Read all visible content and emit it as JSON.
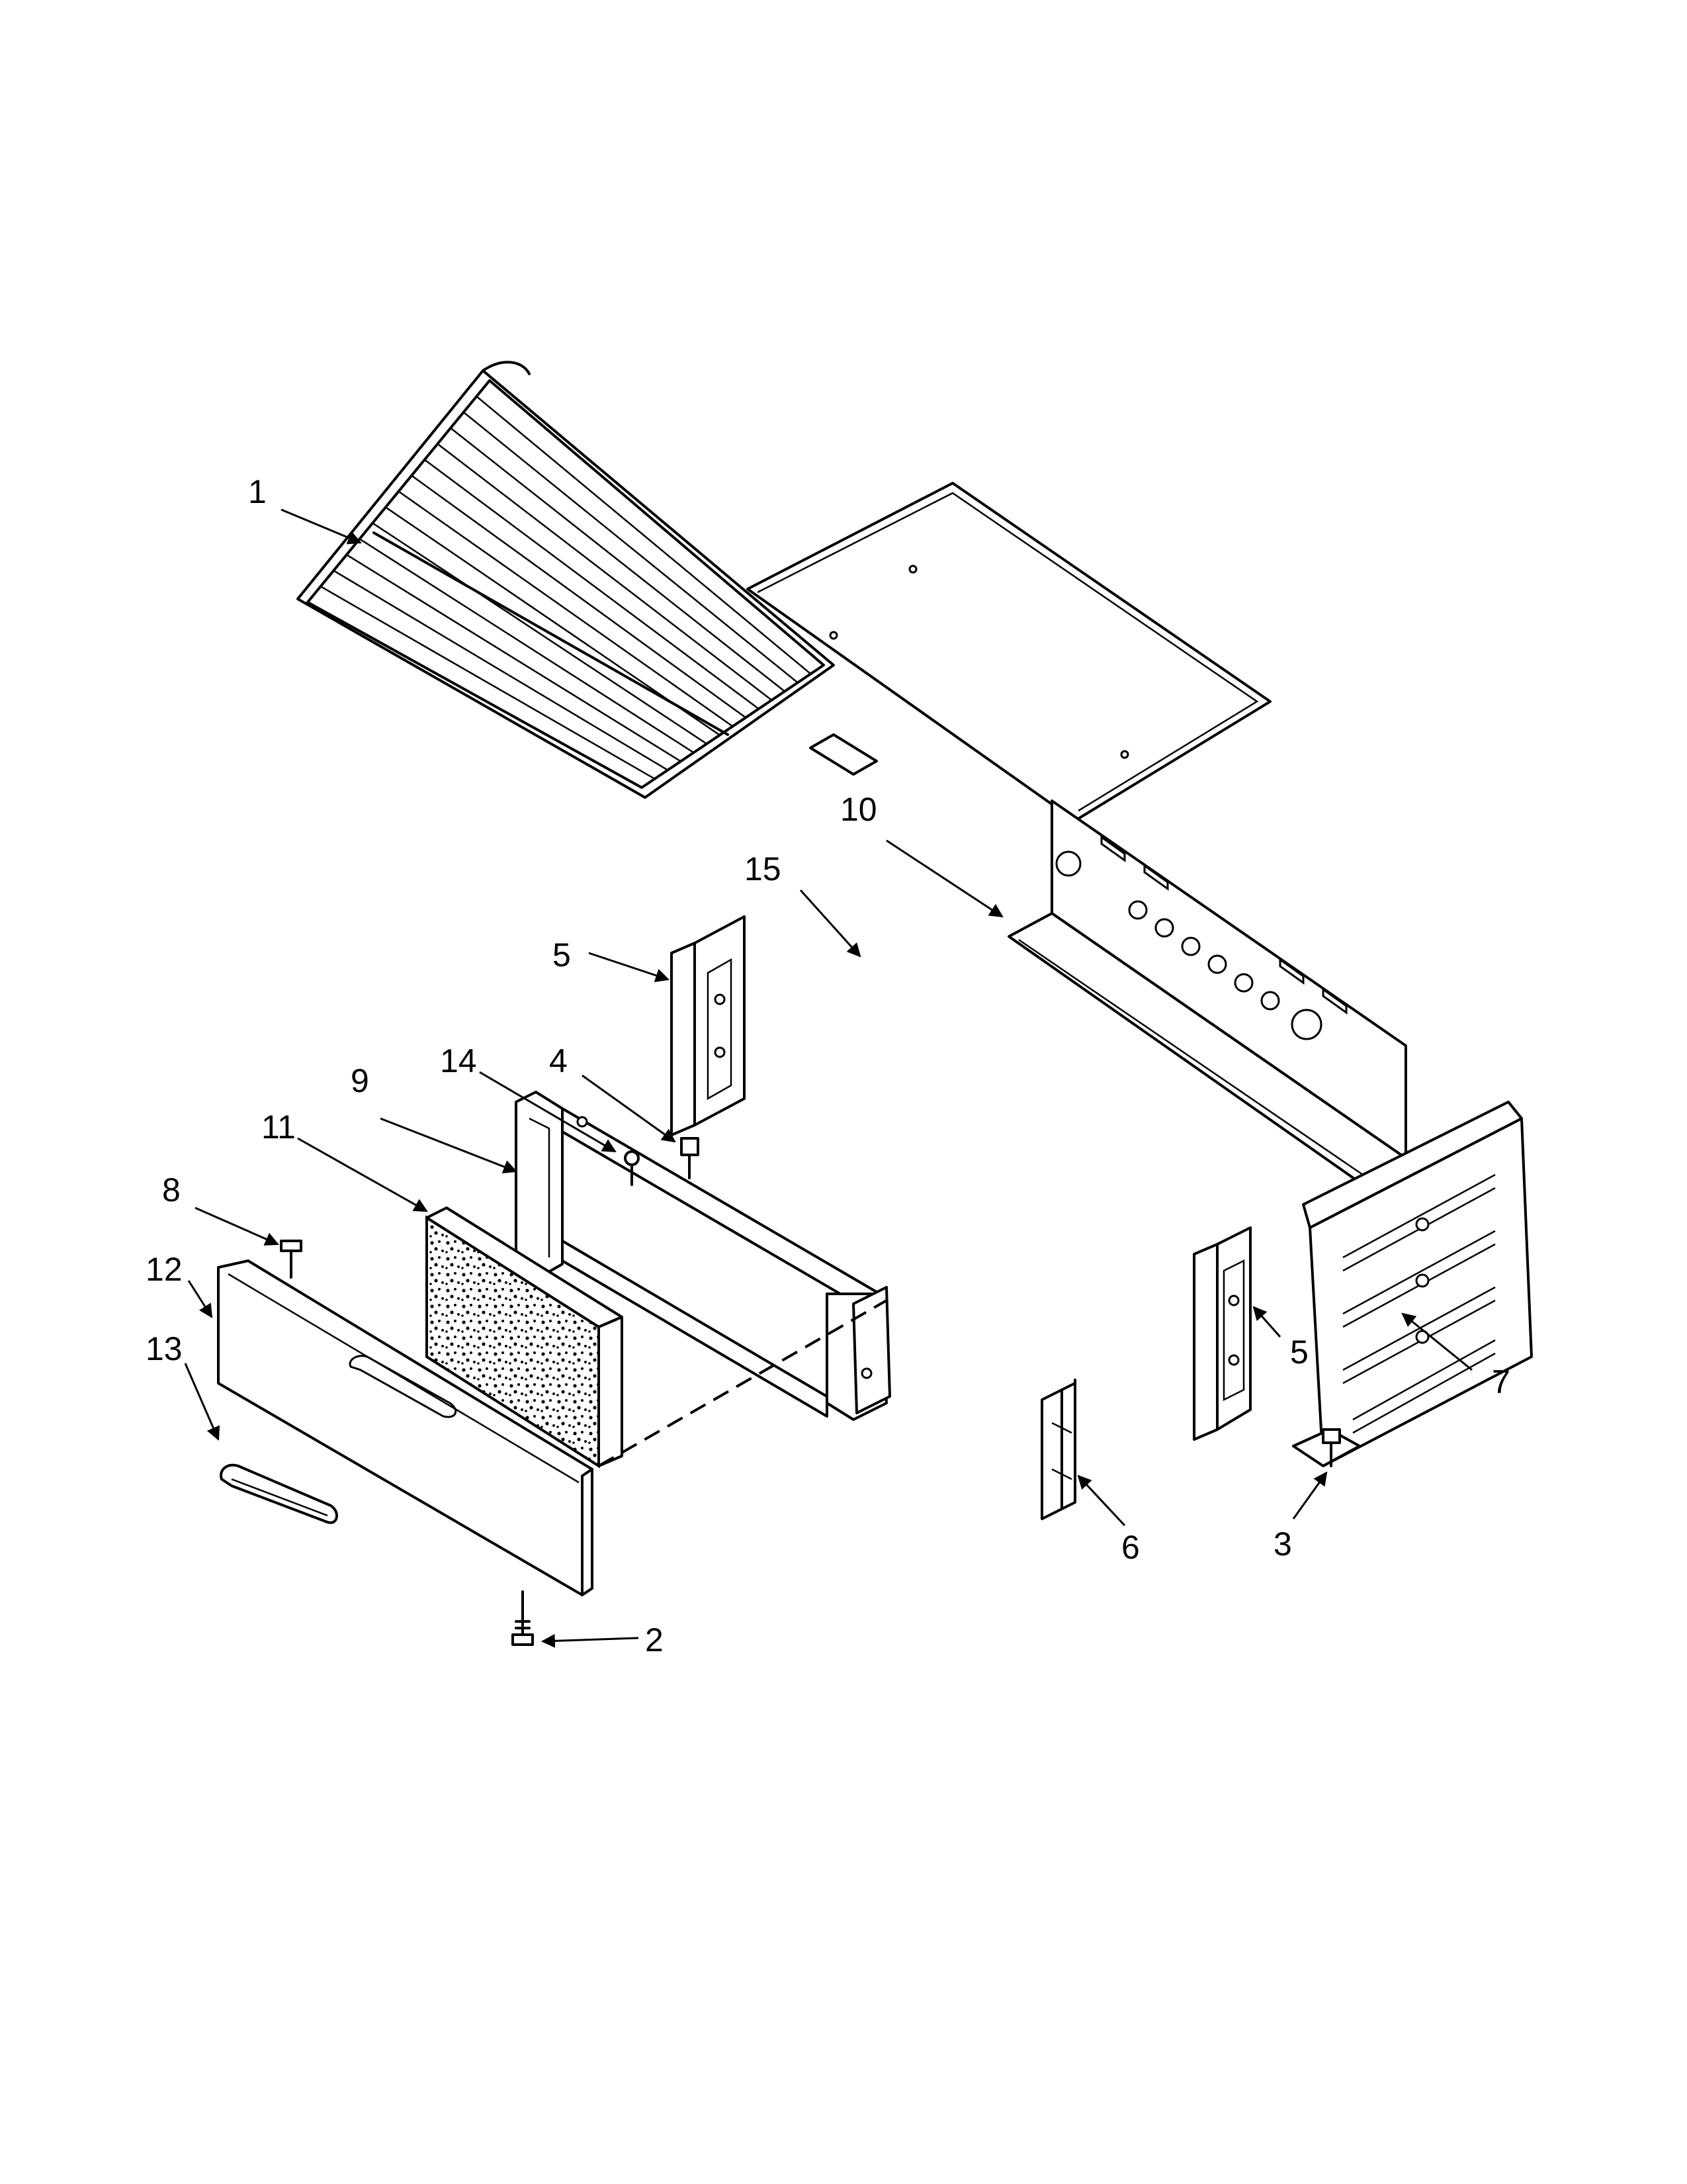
{
  "callouts": [
    {
      "id": "1",
      "text": "1"
    },
    {
      "id": "2",
      "text": "2"
    },
    {
      "id": "3",
      "text": "3"
    },
    {
      "id": "4",
      "text": "4"
    },
    {
      "id": "5a",
      "text": "5"
    },
    {
      "id": "5b",
      "text": "5"
    },
    {
      "id": "6",
      "text": "6"
    },
    {
      "id": "7",
      "text": "7"
    },
    {
      "id": "8",
      "text": "8"
    },
    {
      "id": "9",
      "text": "9"
    },
    {
      "id": "10",
      "text": "10"
    },
    {
      "id": "11",
      "text": "11"
    },
    {
      "id": "12",
      "text": "12"
    },
    {
      "id": "13",
      "text": "13"
    },
    {
      "id": "14",
      "text": "14"
    },
    {
      "id": "15",
      "text": "15"
    }
  ]
}
